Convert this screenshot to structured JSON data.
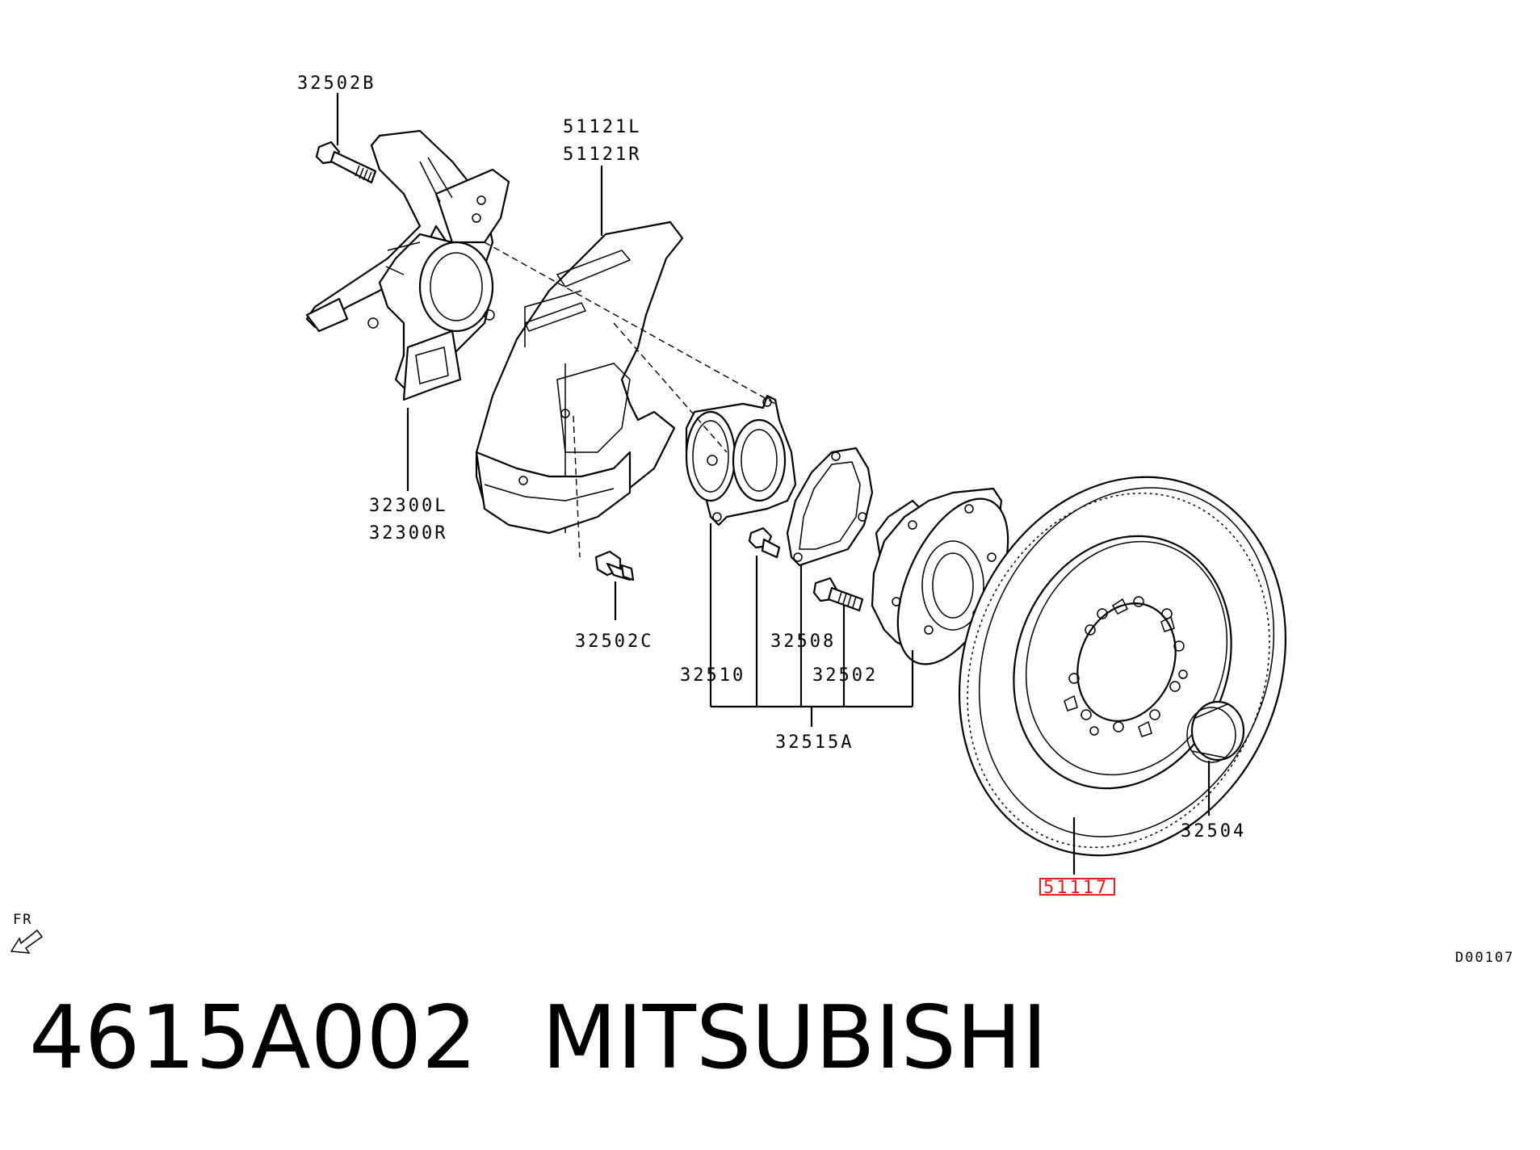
{
  "callouts": {
    "bolt_top": "32502B",
    "shield_l": "51121L",
    "shield_r": "51121R",
    "knuckle_l": "32300L",
    "knuckle_r": "32300R",
    "bolt_c": "32502C",
    "bearing": "32510",
    "ring": "32508",
    "stud": "32502",
    "hub_assy": "32515A",
    "disc": "51117",
    "cap": "32504"
  },
  "highlight": {
    "color": "#e02020",
    "target": "51117"
  },
  "orientation": {
    "label": "FR"
  },
  "diagram_code": "D00107",
  "caption": {
    "part_number": "4615A002",
    "brand": "MITSUBISHI"
  }
}
